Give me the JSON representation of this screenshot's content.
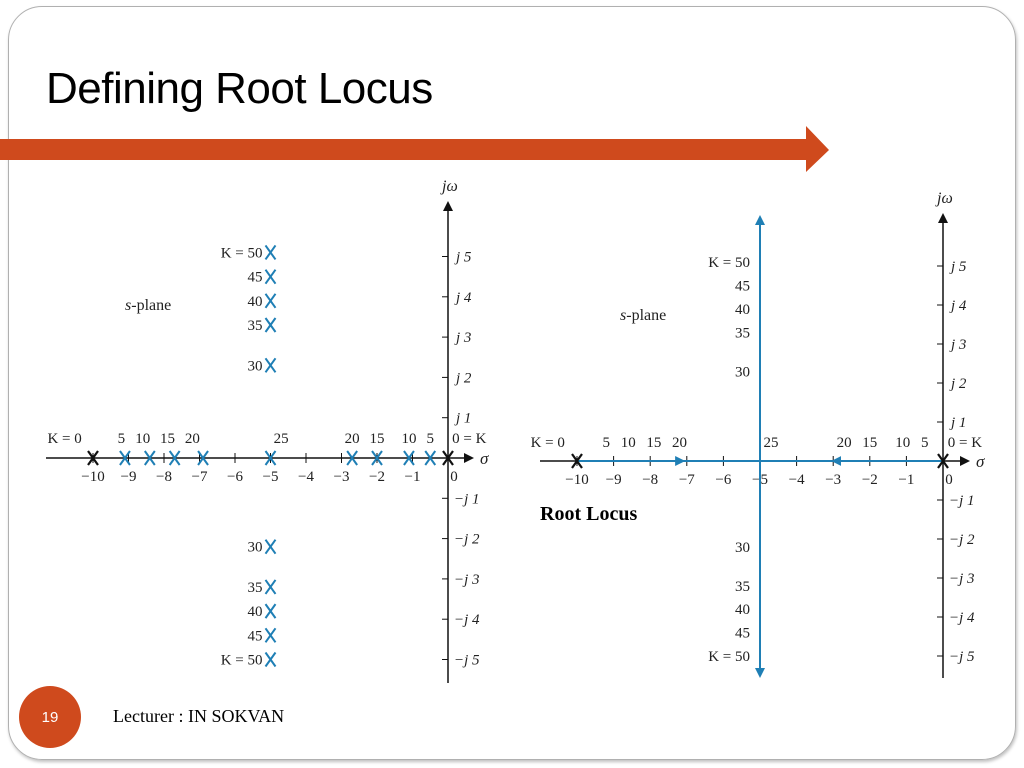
{
  "slide": {
    "title": "Defining Root Locus",
    "page_number": "19",
    "footer": "Lecturer : IN SOKVAN",
    "accent_color": "#cf4a1d",
    "locus_color": "#1f7fb5"
  },
  "diagram": {
    "sigma_label": "σ",
    "jw_label": "jω",
    "s_plane_label_pre": "s",
    "s_plane_label_post": "-plane",
    "root_locus_label": "Root Locus",
    "sigma_ticks": [
      "−10",
      "−9",
      "−8",
      "−7",
      "−6",
      "−5",
      "−4",
      "−3",
      "−2",
      "−1",
      "0"
    ],
    "jw_ticks_pos": [
      "j 1",
      "j 2",
      "j 3",
      "j 4",
      "j 5"
    ],
    "jw_ticks_neg": [
      "−j 1",
      "−j 2",
      "−j 3",
      "−j 4",
      "−j 5"
    ],
    "k_row_left": [
      "K = 0",
      "5",
      "10",
      "15",
      "20",
      "25",
      "20",
      "15",
      "10",
      "5",
      "0 = K"
    ],
    "k_upper": [
      "K = 50",
      "45",
      "40",
      "35",
      "30"
    ],
    "k_lower": [
      "30",
      "35",
      "40",
      "45",
      "K = 50"
    ]
  }
}
